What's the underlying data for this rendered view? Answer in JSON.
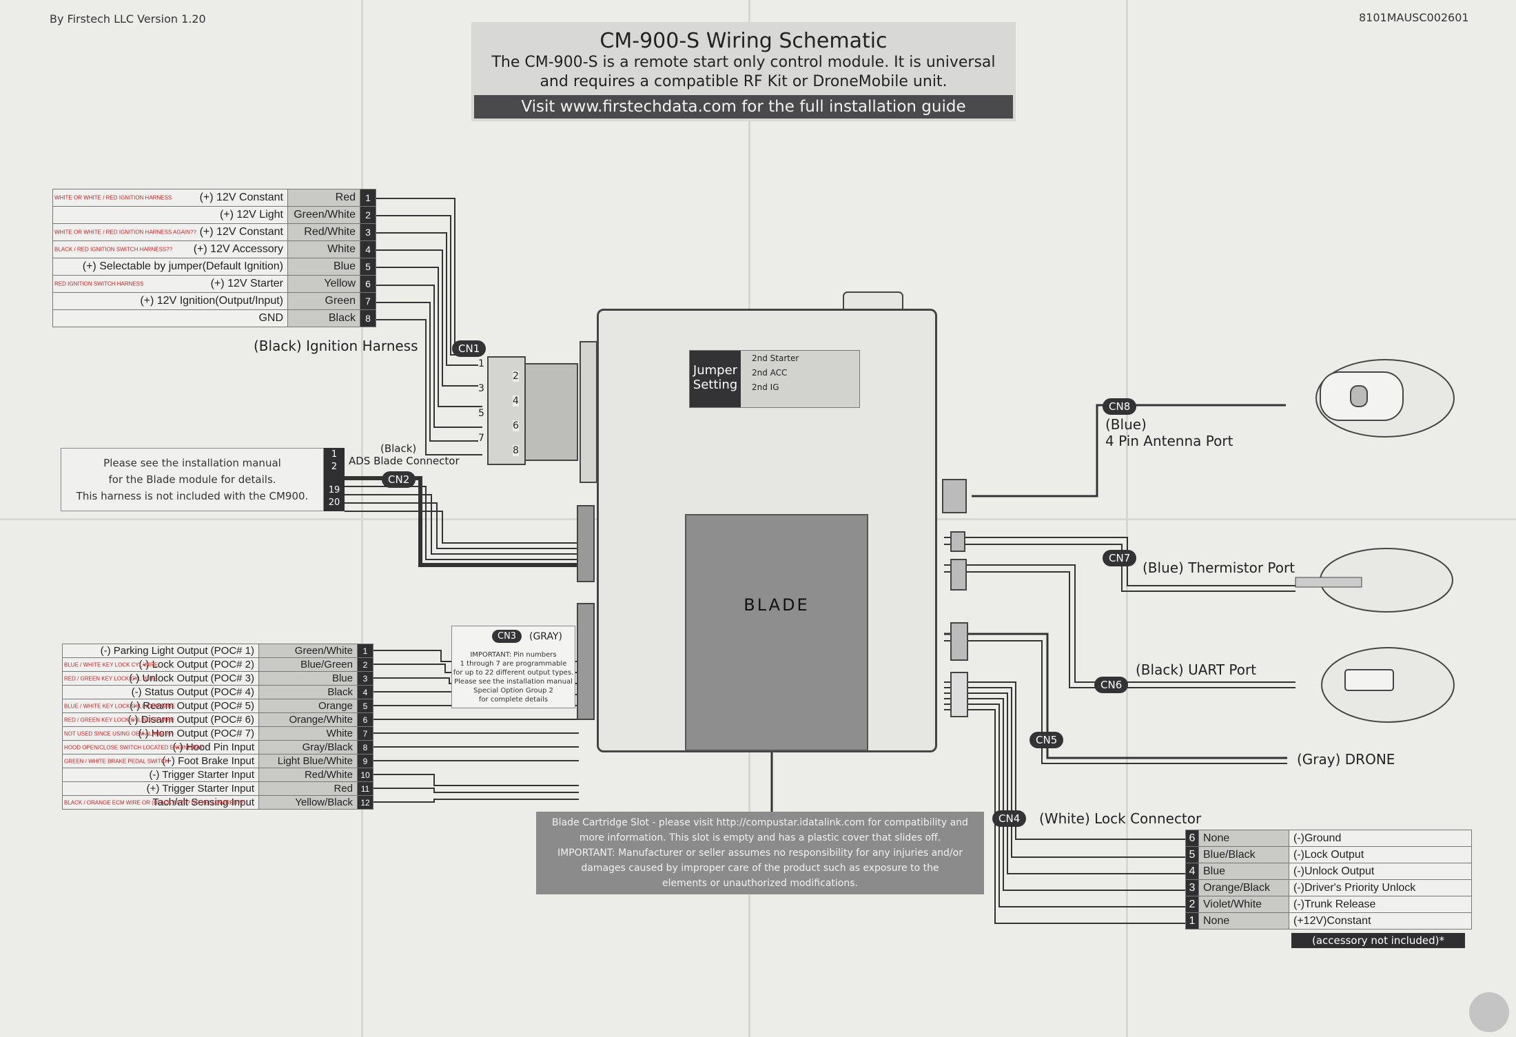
{
  "header": {
    "left": "By Firstech LLC Version 1.20",
    "right": "8101MAUSC002601",
    "title": "CM-900-S Wiring Schematic",
    "desc_line1": "The CM-900-S is a remote start only control module. It is universal",
    "desc_line2": "and requires a compatible RF Kit or DroneMobile unit.",
    "visit": "Visit www.firstechdata.com for the full installation guide"
  },
  "ignition_harness": {
    "label": "(Black) Ignition Harness",
    "connector": "CN1",
    "rows": [
      {
        "pin": "1",
        "function": "(+) 12V Constant",
        "color": "Red",
        "note": "WHITE OR WHITE / RED IGNITION HARNESS"
      },
      {
        "pin": "2",
        "function": "(+) 12V Light",
        "color": "Green/White",
        "note": ""
      },
      {
        "pin": "3",
        "function": "(+) 12V Constant",
        "color": "Red/White",
        "note": "WHITE OR WHITE / RED IGNITION HARNESS AGAIN??"
      },
      {
        "pin": "4",
        "function": "(+) 12V Accessory",
        "color": "White",
        "note": "BLACK / RED IGNITION SWITCH HARNESS??"
      },
      {
        "pin": "5",
        "function": "(+) Selectable by jumper(Default Ignition)",
        "color": "Blue",
        "note": ""
      },
      {
        "pin": "6",
        "function": "(+) 12V Starter",
        "color": "Yellow",
        "note": "RED IGNITION SWITCH HARNESS"
      },
      {
        "pin": "7",
        "function": "(+) 12V Ignition(Output/Input)",
        "color": "Green",
        "note": ""
      },
      {
        "pin": "8",
        "function": "GND",
        "color": "Black",
        "note": ""
      }
    ],
    "plug_pins": [
      "1",
      "2",
      "3",
      "4",
      "5",
      "6",
      "7",
      "8"
    ]
  },
  "blade_connector": {
    "note_line1": "Please see the installation manual",
    "note_line2": "for the Blade module for details.",
    "note_line3": "This harness is not included with the CM900.",
    "pins": [
      "1",
      "2",
      "19",
      "20"
    ],
    "label_top": "(Black)",
    "label": "ADS Blade Connector",
    "connector": "CN2"
  },
  "output_harness": {
    "connector": "CN3",
    "label": "(GRAY)",
    "important_lines": [
      "IMPORTANT: Pin numbers",
      "1 through 7 are programmable",
      "for up to 22 different output types.",
      "Please see the installation manual",
      "Special Option Group 2",
      "for complete details"
    ],
    "rows": [
      {
        "pin": "1",
        "function": "(-) Parking Light Output (POC# 1)",
        "color": "Green/White",
        "note": ""
      },
      {
        "pin": "2",
        "function": "(-) Lock Output (POC# 2)",
        "color": "Blue/Green",
        "note": "BLUE / WHITE KEY LOCK CYL WIRE"
      },
      {
        "pin": "3",
        "function": "(-) Unlock Output (POC# 3)",
        "color": "Blue",
        "note": "RED / GREEN KEY LOCK CYL WIRE"
      },
      {
        "pin": "4",
        "function": "(-) Status Output (POC# 4)",
        "color": "Black",
        "note": ""
      },
      {
        "pin": "5",
        "function": "(-) Rearm Output (POC# 5)",
        "color": "Orange",
        "note": "BLUE / WHITE KEY LOCK CYLINDER WIRE"
      },
      {
        "pin": "6",
        "function": "(-) Disarm Output (POC# 6)",
        "color": "Orange/White",
        "note": "RED / GREEN KEY LOCK CYLINDER WIRE"
      },
      {
        "pin": "7",
        "function": "(-) Horn Output (POC# 7)",
        "color": "White",
        "note": "NOT USED SINCE USING OEM ALARM ??"
      },
      {
        "pin": "8",
        "function": "(-) Hood Pin Input",
        "color": "Gray/Black",
        "note": "HOOD OPEN/CLOSE SWITCH LOCATED ENGINE BAY"
      },
      {
        "pin": "9",
        "function": "(+) Foot Brake Input",
        "color": "Light Blue/White",
        "note": "GREEN / WHITE BRAKE PEDAL SWITCH"
      },
      {
        "pin": "10",
        "function": "(-) Trigger Starter Input",
        "color": "Red/White",
        "note": ""
      },
      {
        "pin": "11",
        "function": "(+) Trigger Starter Input",
        "color": "Red",
        "note": ""
      },
      {
        "pin": "12",
        "function": "Tach/alt Sensing Input",
        "color": "Yellow/Black",
        "note": "BLACK / ORANGE ECM WIRE OR (BLACK ACT?? OR YELLOW/RED??)"
      }
    ]
  },
  "module": {
    "jumper_title_line1": "Jumper",
    "jumper_title_line2": "Setting",
    "jumper_labels": [
      "2nd Starter",
      "2nd ACC",
      "2nd IG"
    ],
    "blade_label": "BLADE",
    "cartridge_lines": [
      "Blade Cartridge Slot - please visit http://compustar.idatalink.com for compatibility and",
      "more information. This slot is empty and has a plastic cover that slides off.",
      "IMPORTANT: Manufacturer or seller assumes no responsibility for any injuries and/or",
      "damages caused by improper care of the product such as exposure to the",
      "elements or unauthorized modifications."
    ]
  },
  "ports": {
    "cn8": {
      "badge": "CN8",
      "line1": "(Blue)",
      "line2": "4 Pin Antenna Port"
    },
    "cn7": {
      "badge": "CN7",
      "label": "(Blue) Thermistor Port"
    },
    "cn6": {
      "badge": "CN6",
      "label": "(Black) UART Port"
    },
    "cn5": {
      "badge": "CN5",
      "label": "(Gray) DRONE"
    },
    "cn4": {
      "badge": "CN4",
      "label": "(White) Lock Connector"
    }
  },
  "lock_connector": {
    "rows": [
      {
        "pin": "6",
        "color": "None",
        "function": "(-)Ground"
      },
      {
        "pin": "5",
        "color": "Blue/Black",
        "function": "(-)Lock Output"
      },
      {
        "pin": "4",
        "color": "Blue",
        "function": "(-)Unlock Output"
      },
      {
        "pin": "3",
        "color": "Orange/Black",
        "function": "(-)Driver's Priority Unlock"
      },
      {
        "pin": "2",
        "color": "Violet/White",
        "function": "(-)Trunk Release"
      },
      {
        "pin": "1",
        "color": "None",
        "function": "(+12V)Constant"
      }
    ],
    "footnote": "(accessory not included)*"
  }
}
